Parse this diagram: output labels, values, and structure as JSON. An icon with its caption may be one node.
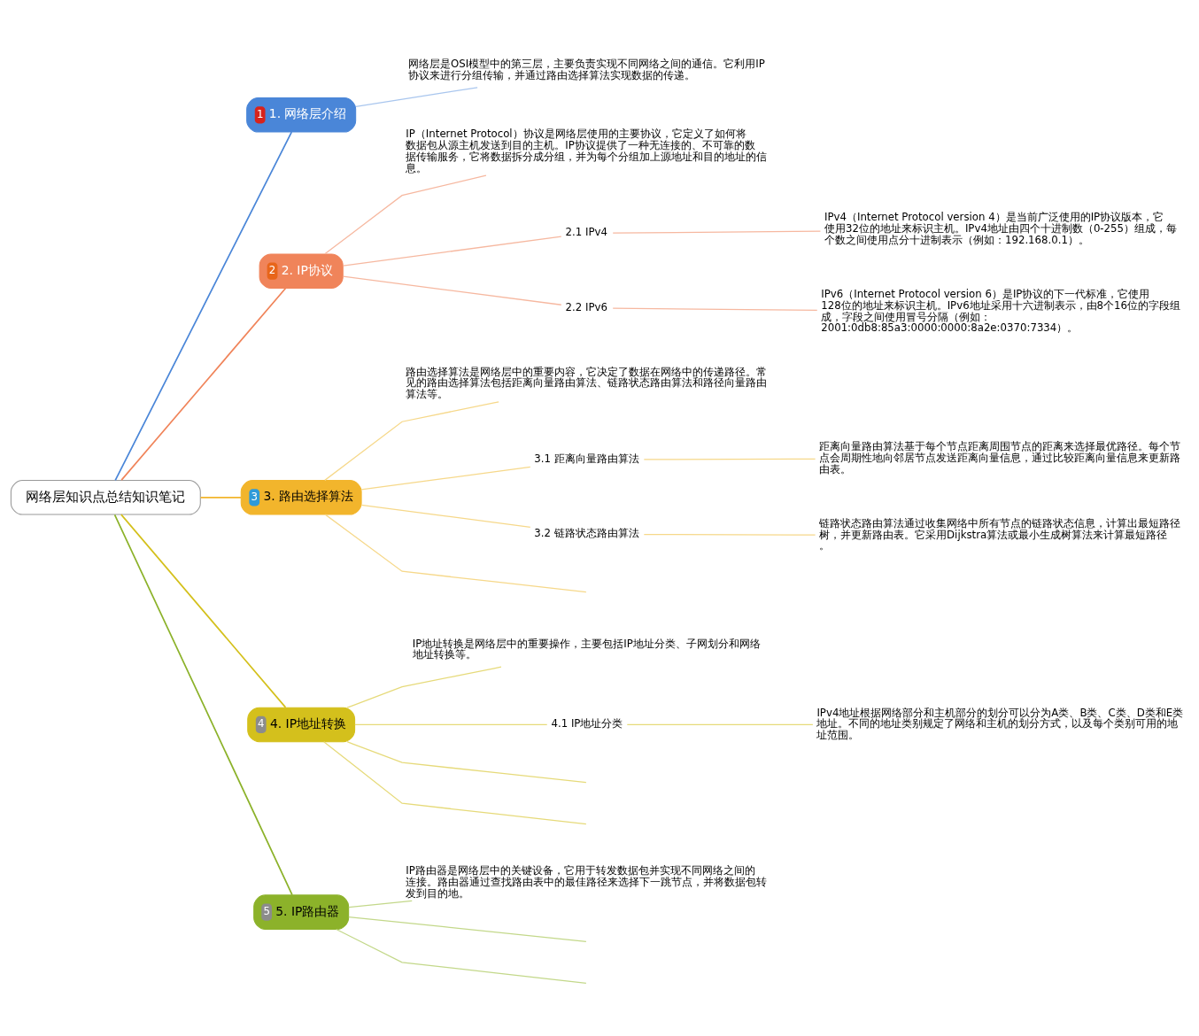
{
  "diagram": {
    "nodes": [
      {
        "text": [
          "网络层知识点总结知识笔记"
        ]
      },
      {
        "text": [
          "1",
          "1. 网络层介绍"
        ]
      },
      {
        "text": [
          "网络层是OSI模型中的第三层，主要负责实现不同网络之间的通信。它利用IP协议来进行分组传输，并通过路由选择算法实现数据的传递。"
        ]
      },
      {
        "text": [
          "2",
          "2. IP协议"
        ]
      },
      {
        "text": [
          "IP（Internet Protocol）协议是网络层使用的主要协议，它定义了如何将数据包从源主机发送到目的主机。IP协议提供了一种无连接的、不可靠的数据传输服务，它将数据拆分成分组，并为每个分组加上源地址和目的地址的信息。"
        ]
      },
      {
        "text": [
          "2.1 IPv4"
        ]
      },
      {
        "text": [
          "IPv4（Internet Protocol version 4）是当前广泛使用的IP协议版本，它使用32位的地址来标识主机。IPv4地址由四个十进制数（0-255）组成，每个数之间使用点分十进制表示（例如：192.168.0.1）。"
        ]
      },
      {
        "text": [
          "2.2 IPv6"
        ]
      },
      {
        "text": [
          "IPv6（Internet Protocol version 6）是IP协议的下一代标准，它使用128位的地址来标识主机。IPv6地址采用十六进制表示，由8个16位的字段组成，字段之间使用冒号分隔（例如：2001:0db8:85a3:0000:0000:8a2e:0370:7334）。"
        ]
      },
      {
        "text": [
          "3",
          "3. 路由选择算法"
        ]
      },
      {
        "text": [
          "路由选择算法是网络层中的重要内容，它决定了数据在网络中的传递路径。常见的路由选择算法包括距离向量路由算法、链路状态路由算法和路径向量路由算法等。"
        ]
      },
      {
        "text": [
          "3.1 距离向量路由算法"
        ]
      },
      {
        "text": [
          "距离向量路由算法基于每个节点距离周围节点的距离来选择最优路径。每个节点会周期性地向邻居节点发送距离向量信息，通过比较距离向量信息来更新路由表。"
        ]
      },
      {
        "text": [
          "3.2 链路状态路由算法"
        ]
      },
      {
        "text": [
          "链路状态路由算法通过收集网络中所有节点的链路状态信息，计算出最短路径树，并更新路由表。它采用Dijkstra算法或最小生成树算法来计算最短路径。"
        ]
      },
      {
        "text": [
          "4",
          "4. IP地址转换"
        ]
      },
      {
        "text": [
          "IP地址转换是网络层中的重要操作，主要包括IP地址分类、子网划分和网络地址转换等。"
        ]
      },
      {
        "text": [
          "4.1 IP地址分类"
        ]
      },
      {
        "text": [
          "IPv4地址根据网络部分和主机部分的划分可以分为A类、B类、C类、D类和E类地址。不同的地址类别规定了网络和主机的划分方式，以及每个类别可用的地址范围。"
        ]
      },
      {
        "text": [
          "5",
          "5. IP路由器"
        ]
      },
      {
        "text": [
          "IP路由器是网络层中的关键设备，它用于转发数据包并实现不同网络之间的连接。路由器通过查找路由表中的最佳路径来选择下一跳节点，并将数据包转发到目的地。"
        ]
      }
    ],
    "edges": [
      {
        "from": 0,
        "to": 1,
        "arrow": "none",
        "color": "#4a86d8"
      },
      {
        "from": 0,
        "to": 3,
        "arrow": "none",
        "color": "#f0845a"
      },
      {
        "from": 0,
        "to": 9,
        "arrow": "none",
        "color": "#f2b52c"
      },
      {
        "from": 0,
        "to": 15,
        "arrow": "none",
        "color": "#d4c01c"
      },
      {
        "from": 0,
        "to": 19,
        "arrow": "none",
        "color": "#8cb22a"
      },
      {
        "from": 1,
        "to": 2,
        "arrow": "none",
        "color": "#a9c6ee"
      },
      {
        "from": 3,
        "to": 4,
        "arrow": "none",
        "color": "#f6b8a0"
      },
      {
        "from": 3,
        "to": 5,
        "arrow": "none",
        "color": "#f6b8a0"
      },
      {
        "from": 5,
        "to": 6,
        "arrow": "none",
        "color": "#f6b8a0"
      },
      {
        "from": 3,
        "to": 7,
        "arrow": "none",
        "color": "#f6b8a0"
      },
      {
        "from": 7,
        "to": 8,
        "arrow": "none",
        "color": "#f6b8a0"
      },
      {
        "from": 9,
        "to": 10,
        "arrow": "none",
        "color": "#f6d88a"
      },
      {
        "from": 9,
        "to": 11,
        "arrow": "none",
        "color": "#f6d88a"
      },
      {
        "from": 11,
        "to": 12,
        "arrow": "none",
        "color": "#f6d88a"
      },
      {
        "from": 9,
        "to": 13,
        "arrow": "none",
        "color": "#f6d88a"
      },
      {
        "from": 13,
        "to": 14,
        "arrow": "none",
        "color": "#f6d88a"
      },
      {
        "from": 9,
        "to": null,
        "arrow": "none",
        "color": "#f6d88a"
      },
      {
        "from": 15,
        "to": 16,
        "arrow": "none",
        "color": "#e6da7a"
      },
      {
        "from": 15,
        "to": 17,
        "arrow": "none",
        "color": "#e6da7a"
      },
      {
        "from": 17,
        "to": 18,
        "arrow": "none",
        "color": "#e6da7a"
      },
      {
        "from": 15,
        "to": null,
        "arrow": "none",
        "color": "#e6da7a"
      },
      {
        "from": 15,
        "to": null,
        "arrow": "none",
        "color": "#e6da7a"
      },
      {
        "from": 19,
        "to": 20,
        "arrow": "none",
        "color": "#c3d88a"
      },
      {
        "from": 19,
        "to": null,
        "arrow": "none",
        "color": "#c3d88a"
      },
      {
        "from": 19,
        "to": null,
        "arrow": "none",
        "color": "#c3d88a"
      }
    ]
  }
}
